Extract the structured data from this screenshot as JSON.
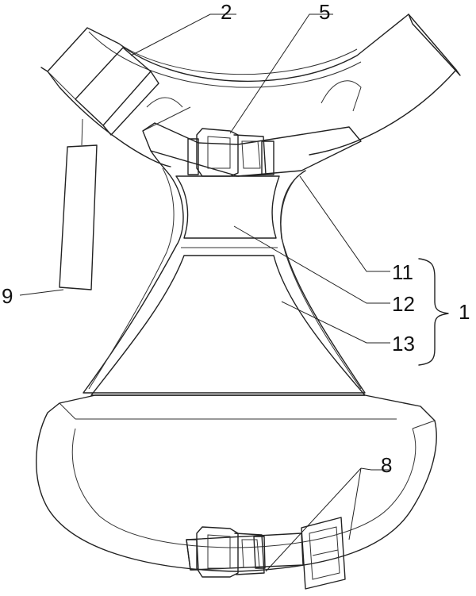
{
  "labels": {
    "strap_end": "2",
    "top_buckle": "5",
    "tag": "9",
    "outer_frame": "11",
    "chest_panel": "12",
    "mesh_panel": "13",
    "body_group": "1",
    "bottom_hardware": "8"
  },
  "colors": {
    "line": "#222222",
    "background": "#ffffff"
  }
}
